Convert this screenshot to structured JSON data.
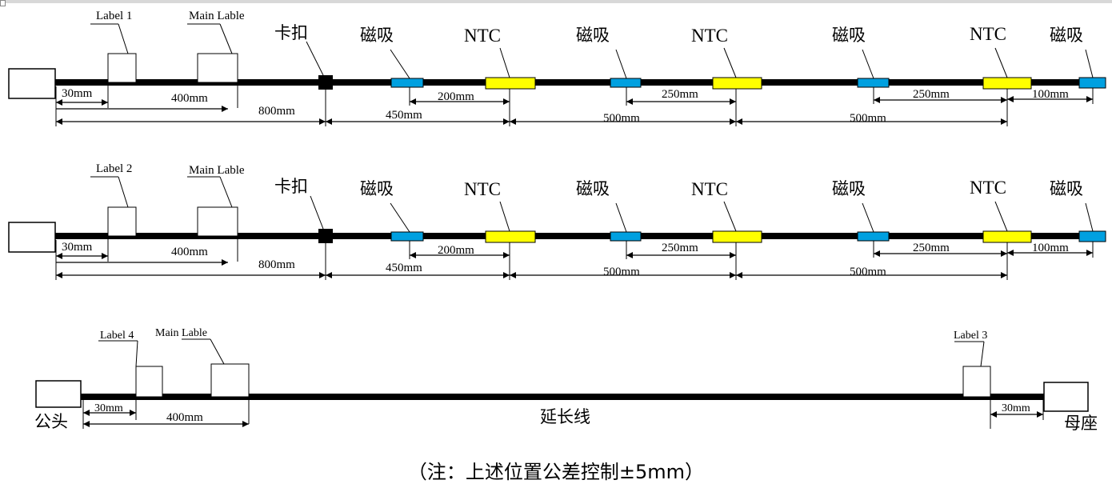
{
  "rows": [
    {
      "labels": {
        "label": "Label 1",
        "main": "Main Lable",
        "clip": "卡扣"
      },
      "markers": [
        {
          "kind": "magnet",
          "text": "磁吸"
        },
        {
          "kind": "ntc",
          "text": "NTC"
        },
        {
          "kind": "magnet",
          "text": "磁吸"
        },
        {
          "kind": "ntc",
          "text": "NTC"
        },
        {
          "kind": "magnet",
          "text": "磁吸"
        },
        {
          "kind": "ntc",
          "text": "NTC"
        },
        {
          "kind": "magnet",
          "text": "磁吸"
        }
      ],
      "dims": [
        "30mm",
        "400mm",
        "800mm",
        "200mm",
        "450mm",
        "250mm",
        "500mm",
        "250mm",
        "500mm",
        "100mm"
      ]
    },
    {
      "labels": {
        "label": "Label 2",
        "main": "Main Lable",
        "clip": "卡扣"
      },
      "markers": [
        {
          "kind": "magnet",
          "text": "磁吸"
        },
        {
          "kind": "ntc",
          "text": "NTC"
        },
        {
          "kind": "magnet",
          "text": "磁吸"
        },
        {
          "kind": "ntc",
          "text": "NTC"
        },
        {
          "kind": "magnet",
          "text": "磁吸"
        },
        {
          "kind": "ntc",
          "text": "NTC"
        },
        {
          "kind": "magnet",
          "text": "磁吸"
        }
      ],
      "dims": [
        "30mm",
        "400mm",
        "800mm",
        "200mm",
        "450mm",
        "250mm",
        "500mm",
        "250mm",
        "500mm",
        "100mm"
      ]
    }
  ],
  "extension": {
    "label_left": "Label 4",
    "main": "Main Lable",
    "label_right": "Label 3",
    "male": "公头",
    "female": "母座",
    "cable": "延长线",
    "dims": [
      "30mm",
      "400mm",
      "30mm"
    ]
  },
  "note": "（注：上述位置公差控制±5mm）",
  "colors": {
    "cable": "#000000",
    "magnet": "#00a0e0",
    "ntc": "#ffff00"
  }
}
